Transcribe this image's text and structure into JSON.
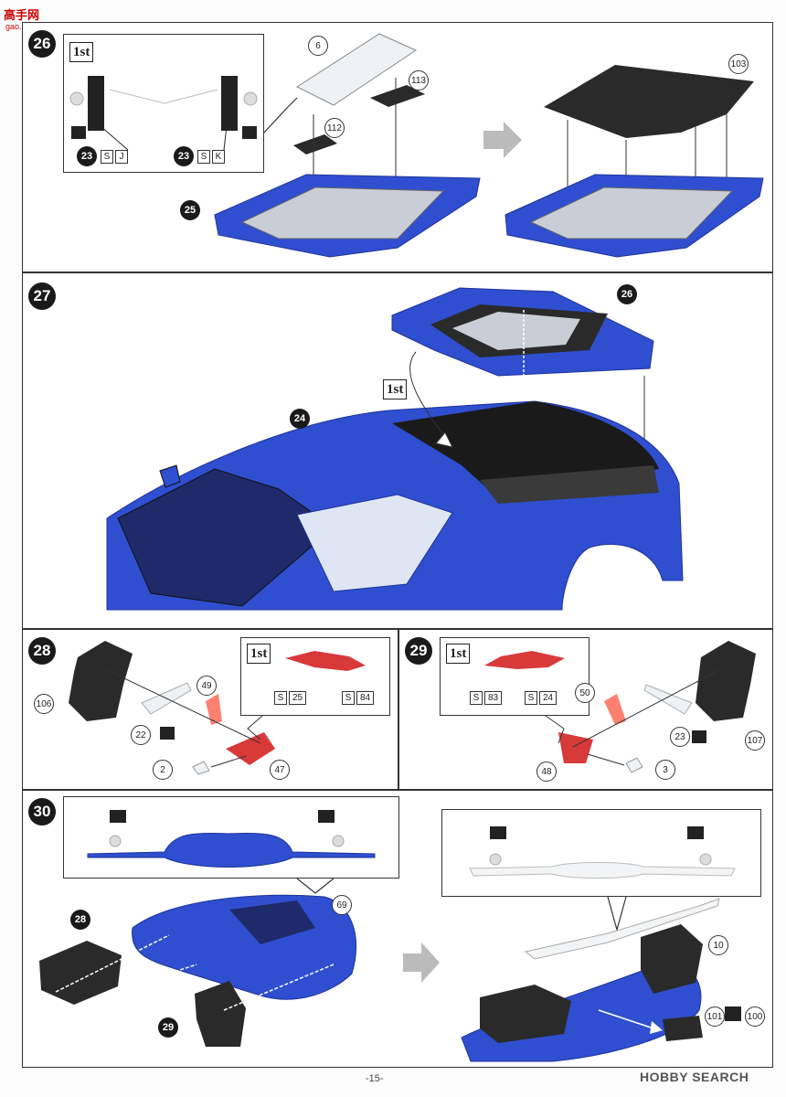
{
  "watermark": {
    "title": "高手网",
    "url": "gao.shou.com"
  },
  "steps": {
    "s26": {
      "num": "26",
      "first": "1st",
      "parts": {
        "p6": "6",
        "p113": "113",
        "p112": "112",
        "p103": "103"
      },
      "sub_left": "23",
      "sub_right": "23",
      "paint_left": [
        "S",
        "J"
      ],
      "paint_right": [
        "S",
        "K"
      ],
      "assy": "25"
    },
    "s27": {
      "num": "27",
      "first": "1st",
      "sub_26": "26",
      "sub_24": "24"
    },
    "s28": {
      "num": "28",
      "first": "1st",
      "parts": {
        "p106": "106",
        "p49": "49",
        "p22": "22",
        "p2": "2",
        "p47": "47"
      },
      "paint": [
        [
          "S",
          "25"
        ],
        [
          "S",
          "84"
        ]
      ]
    },
    "s29": {
      "num": "29",
      "first": "1st",
      "parts": {
        "p50": "50",
        "p23": "23",
        "p107": "107",
        "p48": "48",
        "p3": "3"
      },
      "paint": [
        [
          "S",
          "83"
        ],
        [
          "S",
          "24"
        ]
      ]
    },
    "s30": {
      "num": "30",
      "parts": {
        "p69": "69",
        "p10": "10",
        "p101": "101",
        "p100": "100"
      },
      "sub_28": "28",
      "sub_29": "29"
    }
  },
  "footer": {
    "page": "-15-",
    "brand": "HOBBY SEARCH"
  },
  "colors": {
    "body_blue": "#2f4fd0",
    "dark_part": "#2a2a2a",
    "red_part": "#d83a3a",
    "clear": "#e8eef2"
  }
}
